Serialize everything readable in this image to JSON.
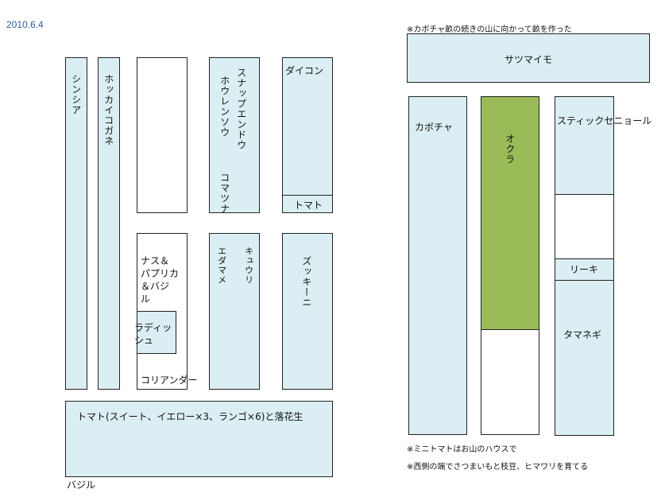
{
  "date": "2010.6.4",
  "left_garden": {
    "shinshia": "シンシア",
    "hokkaikogane": "ホッカイコガネ",
    "snap_pea": "スナップエンドウ",
    "horenso": "ホウレンソウ",
    "komatsuna": "コマツナ",
    "daikon": "ダイコン",
    "tomato_small": "トマト",
    "nasu_line1": "ナス＆",
    "nasu_line2": "パプリカ",
    "nasu_line3": "＆バジ",
    "nasu_line4": "ル",
    "radish_line1": "ラディッ",
    "radish_line2": "シュ",
    "coriander": "コリアンダー",
    "edamame": "エダマメ",
    "kyuri": "キュウリ",
    "zucchini": "ズッキーニ",
    "bottom_bed": "トマト(スイート、イエロー×3、ランゴ×6)と落花生",
    "basil": "バジル"
  },
  "right_garden": {
    "top_note": "※カボチャ畝の続きの山に向かって畝を作った",
    "satsumaimo": "サツマイモ",
    "kabocha": "カボチャ",
    "okura": "オクラ",
    "stick_senior": "スティックセニョール",
    "riki": "リーキ",
    "tamanegi": "タマネギ",
    "note_mini_tomato": "※ミニトマトはお山のハウスで",
    "note_west": "※西側の端でさつまいもと枝豆、ヒマワリを育てる"
  },
  "colors": {
    "bed_blue": "#DAEEF3",
    "bed_green": "#9BBB59",
    "date_text": "#2E5FA8"
  }
}
